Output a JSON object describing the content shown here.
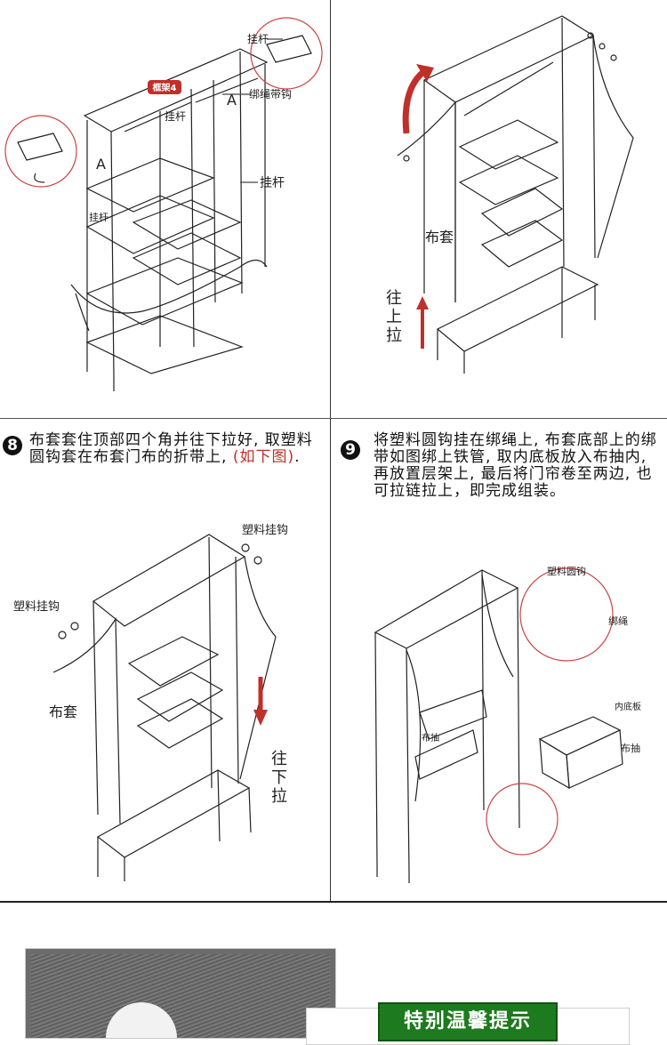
{
  "panel1": {
    "labels": {
      "hanging_rod_top": "挂杆",
      "frame": "框架4",
      "a_left": "A",
      "a_right": "A",
      "tie_hook": "绑绳带钩",
      "rod_mid": "挂杆",
      "rod_right": "挂杆",
      "rod_left": "挂杆"
    }
  },
  "panel2": {
    "labels": {
      "cover": "布套",
      "pull_up": "往上拉"
    }
  },
  "step8": {
    "number": "8",
    "text": "布套套住顶部四个角并往下拉好, 取塑料圆钩套在布套门布的折带上, ",
    "highlight": "(如下图)",
    "tail": ".",
    "labels": {
      "hook_top": "塑料挂钩",
      "hook_left": "塑料挂钩",
      "cover": "布套",
      "pull_down": "往下拉"
    }
  },
  "step9": {
    "number": "9",
    "text": "将塑料圆钩挂在绑绳上, 布套底部上的绑带如图绑上铁管, 取内底板放入布抽内, 再放置层架上, 最后将门帘卷至两边, 也可拉链拉上，即完成组装。",
    "labels": {
      "round_hook": "塑料圆钩",
      "rope": "绑绳",
      "inner_board": "内底板",
      "drawer": "布抽",
      "drawer_left": "布抽"
    }
  },
  "tips": {
    "title": "特别温馨提示"
  }
}
